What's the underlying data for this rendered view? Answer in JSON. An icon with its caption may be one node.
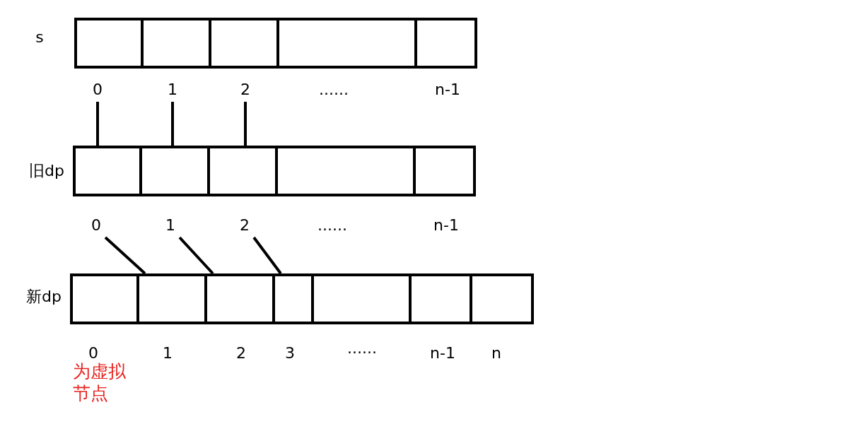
{
  "diagram": {
    "nodes": [
      {
        "text": [],
        "shape": "box"
      },
      {
        "text": [],
        "shape": "box"
      },
      {
        "text": [],
        "shape": "box"
      },
      {
        "text": [],
        "shape": "box"
      },
      {
        "text": [],
        "shape": "box"
      },
      {
        "text": [
          "0"
        ]
      },
      {
        "text": [
          "1"
        ]
      },
      {
        "text": [
          "2"
        ]
      },
      {
        "text": [],
        "shape": "box"
      },
      {
        "text": [],
        "shape": "box"
      },
      {
        "text": [],
        "shape": "box"
      },
      {
        "text": [],
        "shape": "box"
      },
      {
        "text": [],
        "shape": "box"
      },
      {
        "text": [
          "0"
        ]
      },
      {
        "text": [
          "1"
        ]
      },
      {
        "text": [
          "2"
        ]
      },
      {
        "text": [],
        "shape": "box"
      },
      {
        "text": [],
        "shape": "box"
      },
      {
        "text": [],
        "shape": "box"
      },
      {
        "text": [],
        "shape": "box"
      },
      {
        "text": [],
        "shape": "box"
      },
      {
        "text": [],
        "shape": "box"
      },
      {
        "text": [],
        "shape": "box"
      }
    ],
    "edges": [
      {
        "from": 5,
        "to": 8,
        "arrow": "none"
      },
      {
        "from": 6,
        "to": 9,
        "arrow": "none"
      },
      {
        "from": 7,
        "to": 10,
        "arrow": "none"
      },
      {
        "from": 13,
        "to": 17,
        "arrow": "none"
      },
      {
        "from": 14,
        "to": 18,
        "arrow": "none"
      },
      {
        "from": 15,
        "to": 19,
        "arrow": "none"
      }
    ],
    "labels": [
      "s",
      "......",
      "n-1",
      "旧dp",
      "......",
      "n-1",
      "新dp",
      "0",
      "1",
      "2",
      "3",
      "......",
      "n-1",
      "n",
      "为虚拟节点"
    ]
  }
}
